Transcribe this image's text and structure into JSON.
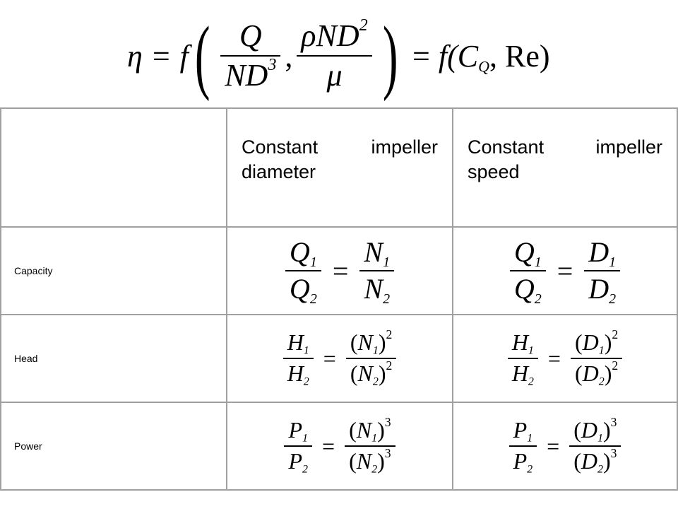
{
  "top_equation": {
    "lhs": "η",
    "eq": "=",
    "func": "f",
    "frac1_num": "Q",
    "frac1_den_base": "ND",
    "frac1_den_exp": "3",
    "comma": ",",
    "frac2_num_base": "ρND",
    "frac2_num_exp": "2",
    "frac2_den": "μ",
    "open_paren": "(",
    "close_paren": ")",
    "rhs_func": "f(C",
    "rhs_sub": "Q",
    "rhs_tail": ", Re)"
  },
  "table": {
    "headers": [
      "",
      "Constant impeller diameter",
      "Constant impeller speed"
    ],
    "rows": [
      {
        "label": "Capacity",
        "col2": {
          "n1": "Q",
          "n1s": "1",
          "d1": "Q",
          "d1s": "2",
          "n2": "N",
          "n2s": "1",
          "d2": "N",
          "d2s": "2",
          "exp": ""
        },
        "col3": {
          "n1": "Q",
          "n1s": "1",
          "d1": "Q",
          "d1s": "2",
          "n2": "D",
          "n2s": "1",
          "d2": "D",
          "d2s": "2",
          "exp": ""
        }
      },
      {
        "label": "Head",
        "col2": {
          "n1": "H",
          "n1s": "1",
          "d1": "H",
          "d1s": "2",
          "n2": "N",
          "n2s": "1",
          "d2": "N",
          "d2s": "2",
          "exp": "2"
        },
        "col3": {
          "n1": "H",
          "n1s": "1",
          "d1": "H",
          "d1s": "2",
          "n2": "D",
          "n2s": "1",
          "d2": "D",
          "d2s": "2",
          "exp": "2"
        }
      },
      {
        "label": "Power",
        "col2": {
          "n1": "P",
          "n1s": "1",
          "d1": "P",
          "d1s": "2",
          "n2": "N",
          "n2s": "1",
          "d2": "N",
          "d2s": "2",
          "exp": "3"
        },
        "col3": {
          "n1": "P",
          "n1s": "1",
          "d1": "P",
          "d1s": "2",
          "n2": "D",
          "n2s": "1",
          "d2": "D",
          "d2s": "2",
          "exp": "3"
        }
      }
    ]
  }
}
